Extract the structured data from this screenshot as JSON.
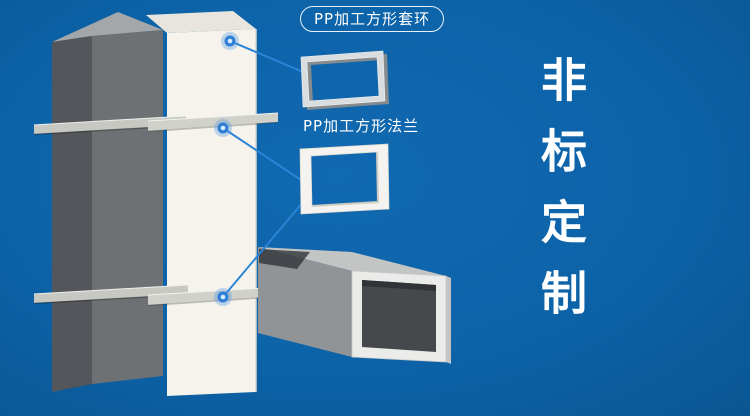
{
  "colors": {
    "background": "#0d63a8",
    "callout_line": "#2b84d6",
    "callout_dot": "#2f7fd4",
    "callout_dot_center": "#d9ecff",
    "white_duct": "#f5f3ec",
    "gray_duct_light": "#6e7174",
    "gray_duct_dark": "#53565a",
    "plate": "#c7c8c2",
    "flange_white": "#f4f3ef",
    "text": "#ffffff"
  },
  "callouts": {
    "collar_label": "PP加工方形套环",
    "flange_label": "PP加工方形法兰"
  },
  "slogan": {
    "text": "非标定制"
  }
}
